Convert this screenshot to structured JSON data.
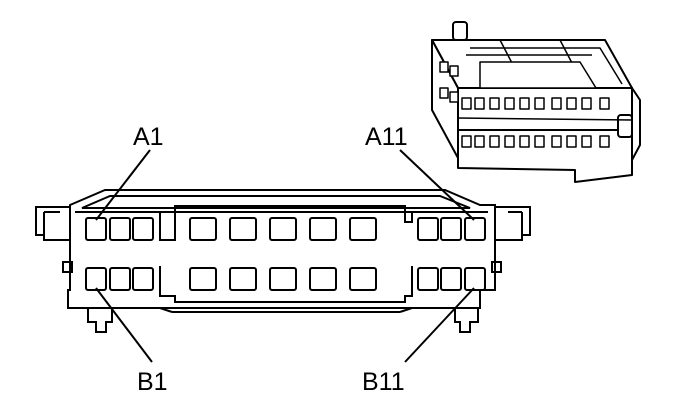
{
  "pin_labels": {
    "a_first": "A1",
    "a_last": "A11",
    "b_first": "B1",
    "b_last": "B11"
  },
  "colors": {
    "ink": "#000000",
    "paper": "#ffffff",
    "shade": "#c8c8c8"
  }
}
